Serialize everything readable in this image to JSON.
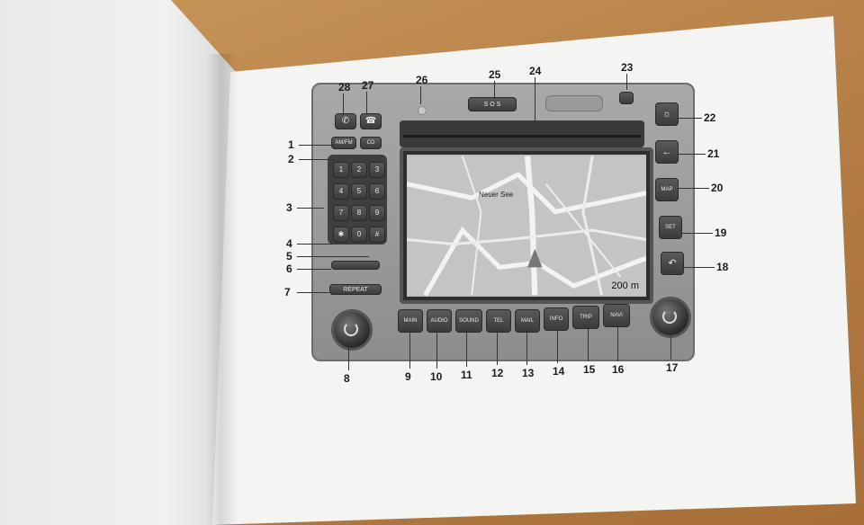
{
  "device": {
    "sos_label": "S O S",
    "buttons": {
      "am_fm": "AM/FM",
      "cd": "CD",
      "repeat": "REPEAT",
      "map": "MAP",
      "set": "SET"
    },
    "bottom_buttons": [
      "MAIN",
      "AUDIO",
      "SOUND",
      "TEL",
      "MAIL",
      "INFO",
      "TRIP",
      "NAVI"
    ],
    "keypad": [
      "1",
      "2",
      "3",
      "4",
      "5",
      "6",
      "7",
      "8",
      "9",
      "✱",
      "0",
      "#"
    ]
  },
  "map": {
    "place_label": "Neuer See",
    "scale_label": "200 m"
  },
  "callouts": [
    "1",
    "2",
    "3",
    "4",
    "5",
    "6",
    "7",
    "8",
    "9",
    "10",
    "11",
    "12",
    "13",
    "14",
    "15",
    "16",
    "17",
    "18",
    "19",
    "20",
    "21",
    "22",
    "23",
    "24",
    "25",
    "26",
    "27",
    "28"
  ],
  "icons": {
    "call_accept": "phone-accept-icon",
    "call_end": "phone-end-icon",
    "brightness": "brightness-icon",
    "back": "back-arrow-icon",
    "return": "return-icon"
  }
}
